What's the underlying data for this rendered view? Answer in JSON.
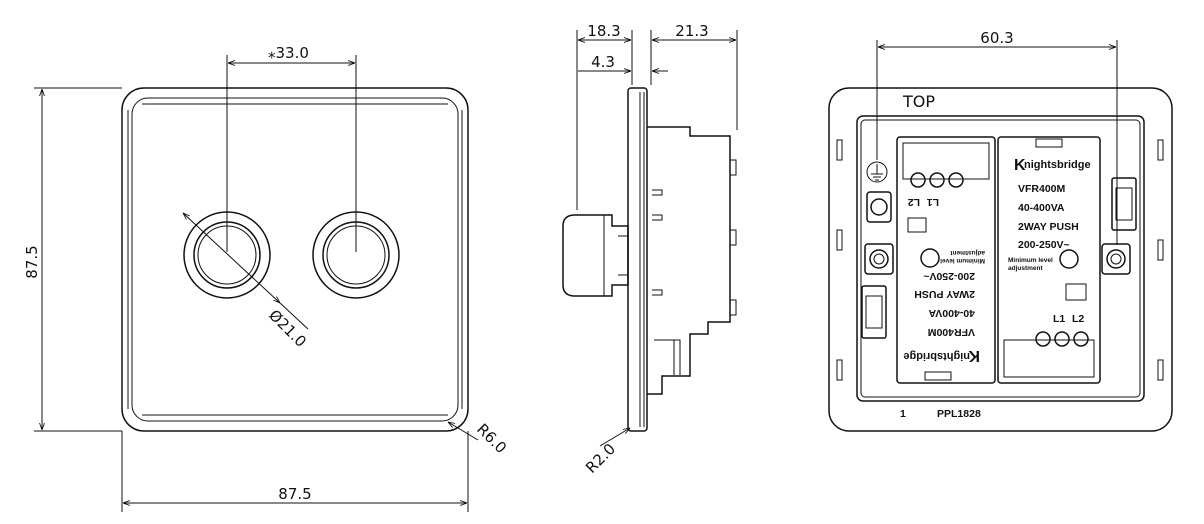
{
  "front_view": {
    "dim_spacing": "⁎33.0",
    "dim_height": "87.5",
    "dim_width": "87.5",
    "dim_knob_dia": "Ø21.0",
    "dim_radius": "R6.0"
  },
  "side_view": {
    "dim_depth_front": "18.3",
    "dim_depth_back": "21.3",
    "dim_plate": "4.3",
    "dim_radius": "R2.0"
  },
  "rear_view": {
    "dim_fixing": "60.3",
    "top_label": "TOP",
    "module_right": {
      "brand": "nightsbridge",
      "model": "VFR400M",
      "rating": "40-400VA",
      "type": "2WAY PUSH",
      "voltage": "200-250V~",
      "min_level_l1": "Minimum level",
      "min_level_l2": "adjustment",
      "terminal_l1": "L1",
      "terminal_l2": "L2"
    },
    "module_left": {
      "brand": "nightsbridge",
      "model": "VFR400M",
      "rating": "40-400VA",
      "type": "2WAY PUSH",
      "voltage": "200-250V~",
      "min_level_l1": "Minimum level",
      "min_level_l2": "adjustment",
      "terminal_l1": "L1",
      "terminal_l2": "L2"
    },
    "footer_left": "1",
    "footer_code": "PPL1828"
  }
}
